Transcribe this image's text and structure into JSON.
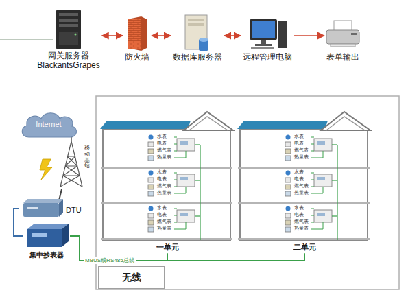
{
  "diagram": {
    "nodes": [
      {
        "text": [
          "网关服务器",
          "BlackantsGrapes"
        ]
      },
      {
        "text": [
          "防火墙"
        ]
      },
      {
        "text": [
          "数据库服务器"
        ]
      },
      {
        "text": [
          "远程管理电脑"
        ]
      },
      {
        "text": [
          "表单输出"
        ]
      },
      {
        "text": [
          "Internet"
        ]
      },
      {
        "text": [
          "DTU"
        ]
      },
      {
        "text": [
          "集中抄表器"
        ]
      },
      {
        "text": [
          "一单元"
        ]
      },
      {
        "text": [
          "二单元"
        ]
      },
      {
        "text": [
          "无线"
        ]
      }
    ],
    "edges": [
      {
        "from": 0,
        "to": 1,
        "arrow": "both"
      },
      {
        "from": 1,
        "to": 2,
        "arrow": "both"
      },
      {
        "from": 2,
        "to": 3,
        "arrow": "both"
      },
      {
        "from": 3,
        "to": 4,
        "arrow": "to"
      },
      {
        "from": 6,
        "to": 7,
        "arrow": "none"
      },
      {
        "from": 7,
        "to": 8,
        "label": "MBUS或RS485总线",
        "arrow": "none"
      },
      {
        "from": 7,
        "to": 9,
        "arrow": "none"
      }
    ],
    "labels": [
      "移动基站",
      "水表",
      "电表",
      "燃气表",
      "热量表",
      "水表",
      "电表",
      "燃气表",
      "热量表",
      "水表",
      "电表",
      "燃气表",
      "热量表",
      "水表",
      "电表",
      "燃气表",
      "热量表",
      "水表",
      "电表",
      "燃气表",
      "热量表",
      "水表",
      "电表",
      "燃气表",
      "热量表"
    ]
  }
}
